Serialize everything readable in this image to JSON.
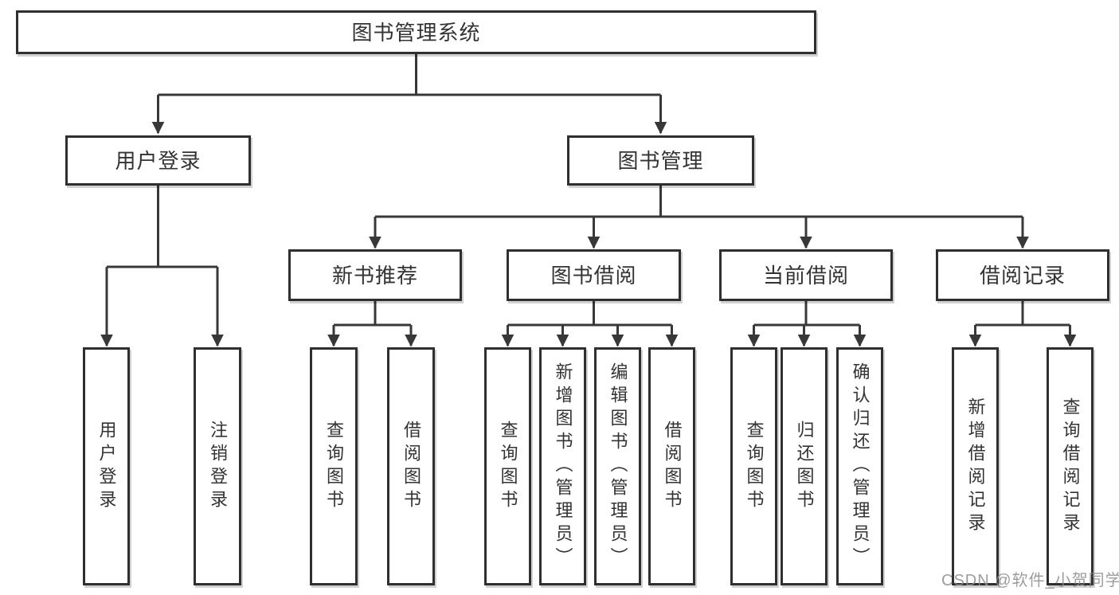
{
  "diagram": {
    "root": {
      "label": "图书管理系统"
    },
    "level2": [
      {
        "label": "用户登录"
      },
      {
        "label": "图书管理"
      }
    ],
    "level3": [
      {
        "label": "新书推荐"
      },
      {
        "label": "图书借阅"
      },
      {
        "label": "当前借阅"
      },
      {
        "label": "借阅记录"
      }
    ],
    "leaves": {
      "user_login": [
        "用户登录",
        "注销登录"
      ],
      "new_book": [
        "查询图书",
        "借阅图书"
      ],
      "book_borrow": [
        "查询图书",
        "新增图书（管理员）",
        "编辑图书（管理员）",
        "借阅图书"
      ],
      "current_borrow": [
        "查询图书",
        "归还图书",
        "确认归还（管理员）"
      ],
      "borrow_record": [
        "新增借阅记录",
        "查询借阅记录"
      ]
    },
    "watermark": "CSDN @软件_小贺同学",
    "colors": {
      "line": "#383838",
      "box_border": "#2f2f2f",
      "text": "#333333",
      "watermark": "#8c8c8c",
      "background": "#ffffff"
    }
  }
}
